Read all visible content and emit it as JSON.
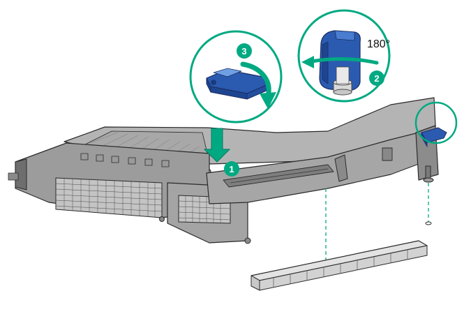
{
  "steps": [
    {
      "number": "1",
      "label": ""
    },
    {
      "number": "2",
      "label": ""
    },
    {
      "number": "3",
      "label": ""
    }
  ],
  "callouts": {
    "rotation": "180°"
  },
  "colors": {
    "accent_green": "#01a982",
    "latch_blue": "#2b5bb0",
    "metal_light": "#b4b4b4",
    "metal_mid": "#9c9c9c",
    "metal_dark": "#6e6e6e",
    "outline": "#2a2a2a",
    "connector": "#e3e3e3"
  },
  "icons": {
    "step_badge": "numbered-circle",
    "insert_arrow": "arrow-down",
    "rotate_arrow": "curved-arrow",
    "guide_line": "dashed-line"
  }
}
